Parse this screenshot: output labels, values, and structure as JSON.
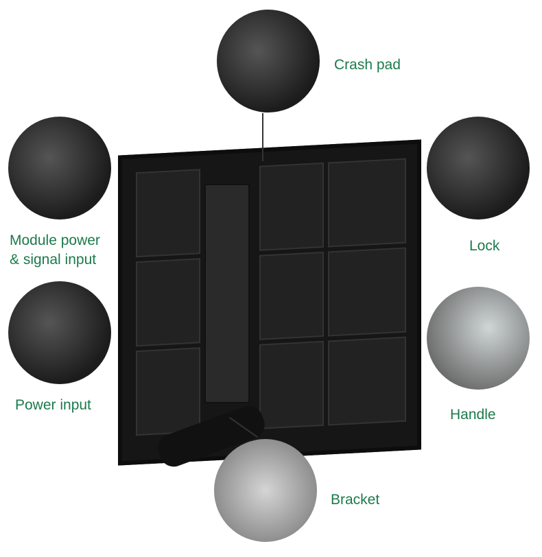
{
  "labels": {
    "crash_pad": "Crash pad",
    "module_power_line1": "Module power",
    "module_power_line2": "& signal input",
    "power_input": "Power input",
    "lock": "Lock",
    "handle": "Handle",
    "bracket": "Bracket"
  },
  "colors": {
    "label": "#1b7a4b"
  }
}
